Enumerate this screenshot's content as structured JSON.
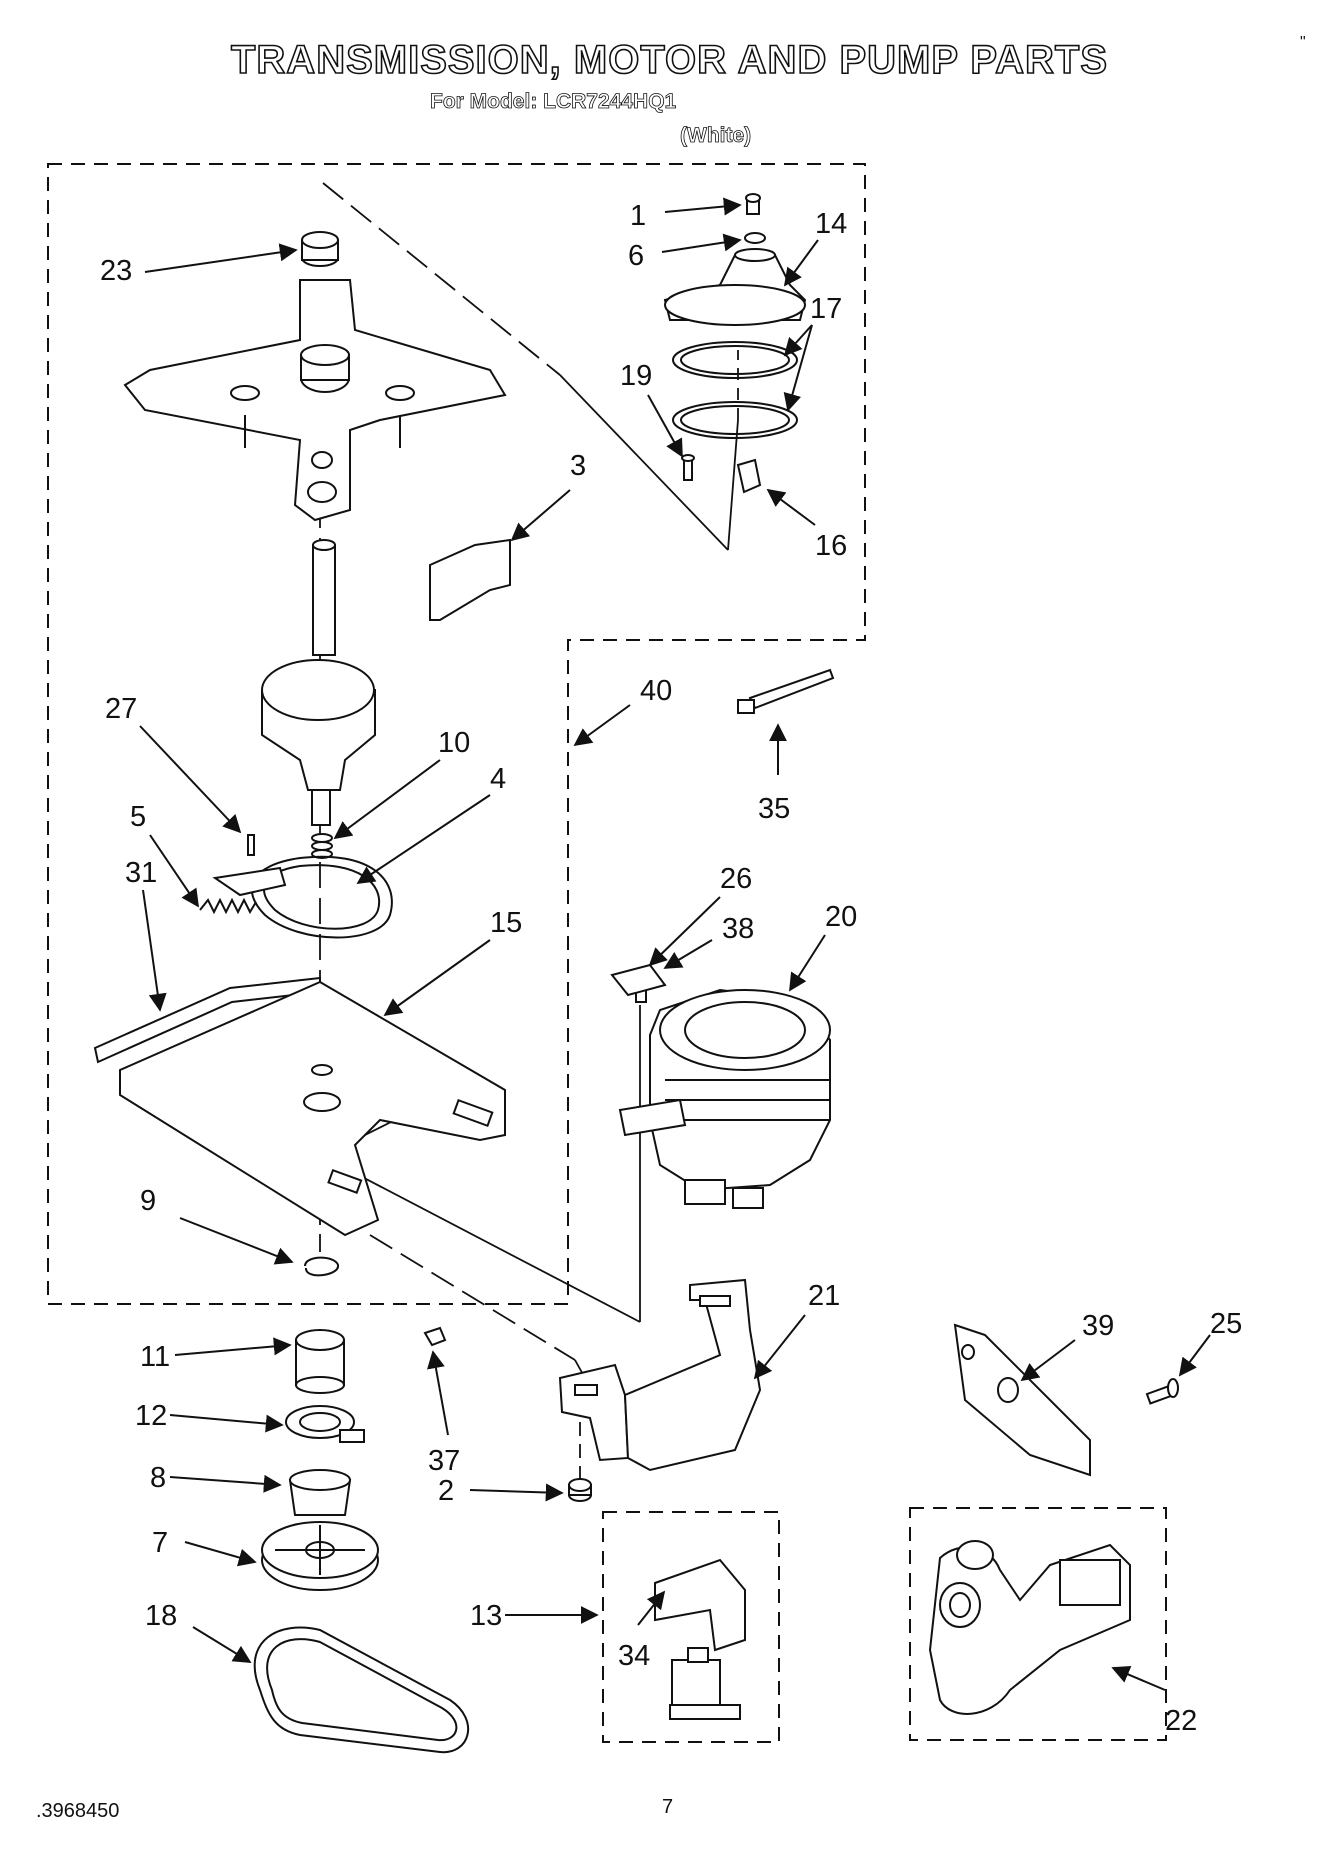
{
  "header": {
    "title": "TRANSMISSION,   MOTOR AND PUMP PARTS",
    "model_line": "For Model: LCR7244HQ1",
    "variant": "(White)",
    "corner_mark": "\""
  },
  "footer": {
    "document_number": ".3968450",
    "page_number": "7"
  },
  "callouts": [
    "1",
    "6",
    "14",
    "17",
    "19",
    "16",
    "3",
    "23",
    "40",
    "35",
    "27",
    "10",
    "4",
    "5",
    "31",
    "15",
    "26",
    "38",
    "20",
    "9",
    "21",
    "11",
    "12",
    "8",
    "7",
    "18",
    "37",
    "2",
    "13",
    "34",
    "39",
    "25",
    "22"
  ],
  "colors": {
    "ink": "#111111",
    "paper": "#ffffff"
  }
}
